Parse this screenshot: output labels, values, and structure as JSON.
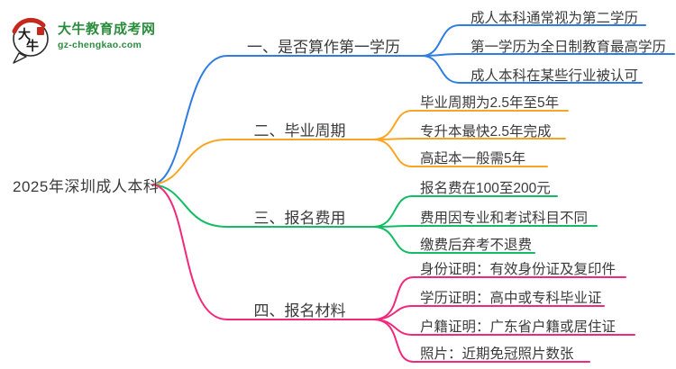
{
  "logo": {
    "brand": "大牛教育成考网",
    "domain": "gz-chengkao.com",
    "icon_text_top": "大",
    "icon_text_bottom": "牛",
    "accent_green": "#2b8c3e",
    "seal_red": "#c5281c"
  },
  "root": {
    "label": "2025年深圳成人本科"
  },
  "branches": [
    {
      "label": "一、是否算作第一学历",
      "color": "#2e7de2",
      "children": [
        "成人本科通常视为第二学历",
        "第一学历为全日制教育最高学历",
        "成人本科在某些行业被认可"
      ]
    },
    {
      "label": "二、毕业周期",
      "color": "#f7a621",
      "children": [
        "毕业周期为2.5年至5年",
        "专升本最快2.5年完成",
        "高起本一般需5年"
      ]
    },
    {
      "label": "三、报名费用",
      "color": "#10bd62",
      "children": [
        "报名费在100至200元",
        "费用因专业和考试科目不同",
        "缴费后弃考不退费"
      ]
    },
    {
      "label": "四、报名材料",
      "color": "#f1297c",
      "children": [
        "身份证明：有效身份证及复印件",
        "学历证明：高中或专科毕业证",
        "户籍证明：广东省户籍或居住证",
        "照片：近期免冠照片数张"
      ]
    }
  ]
}
